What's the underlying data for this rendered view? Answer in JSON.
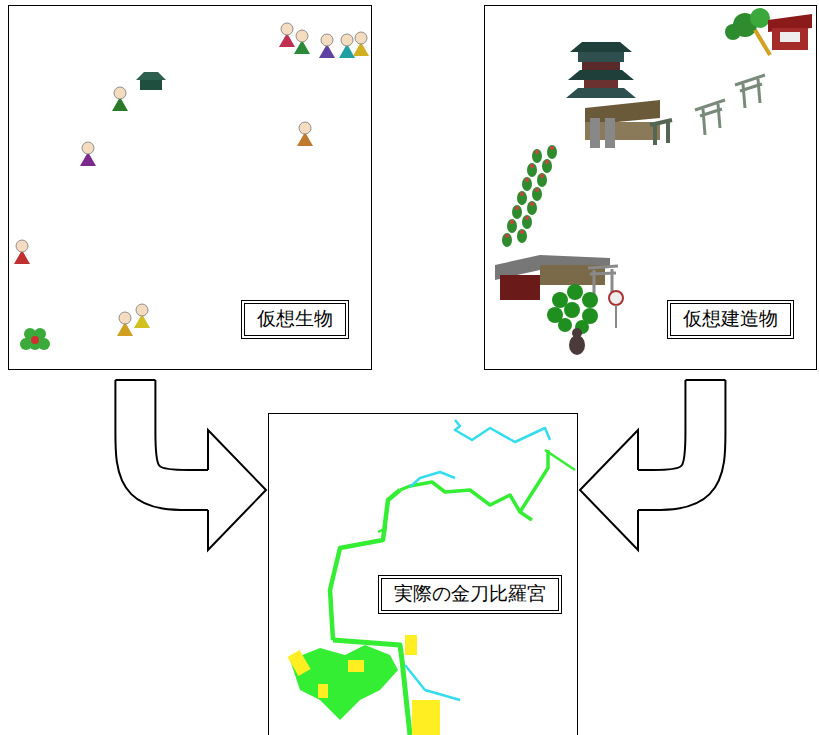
{
  "diagram": {
    "nodes": [
      {
        "text": [
          "仮想生物"
        ]
      },
      {
        "text": [
          "仮想建造物"
        ]
      },
      {
        "text": [
          "実際の金刀比羅宮"
        ]
      }
    ],
    "edges": [
      {
        "from": 0,
        "to": 2,
        "arrow": "to"
      },
      {
        "from": 1,
        "to": 2,
        "arrow": "to"
      }
    ]
  }
}
